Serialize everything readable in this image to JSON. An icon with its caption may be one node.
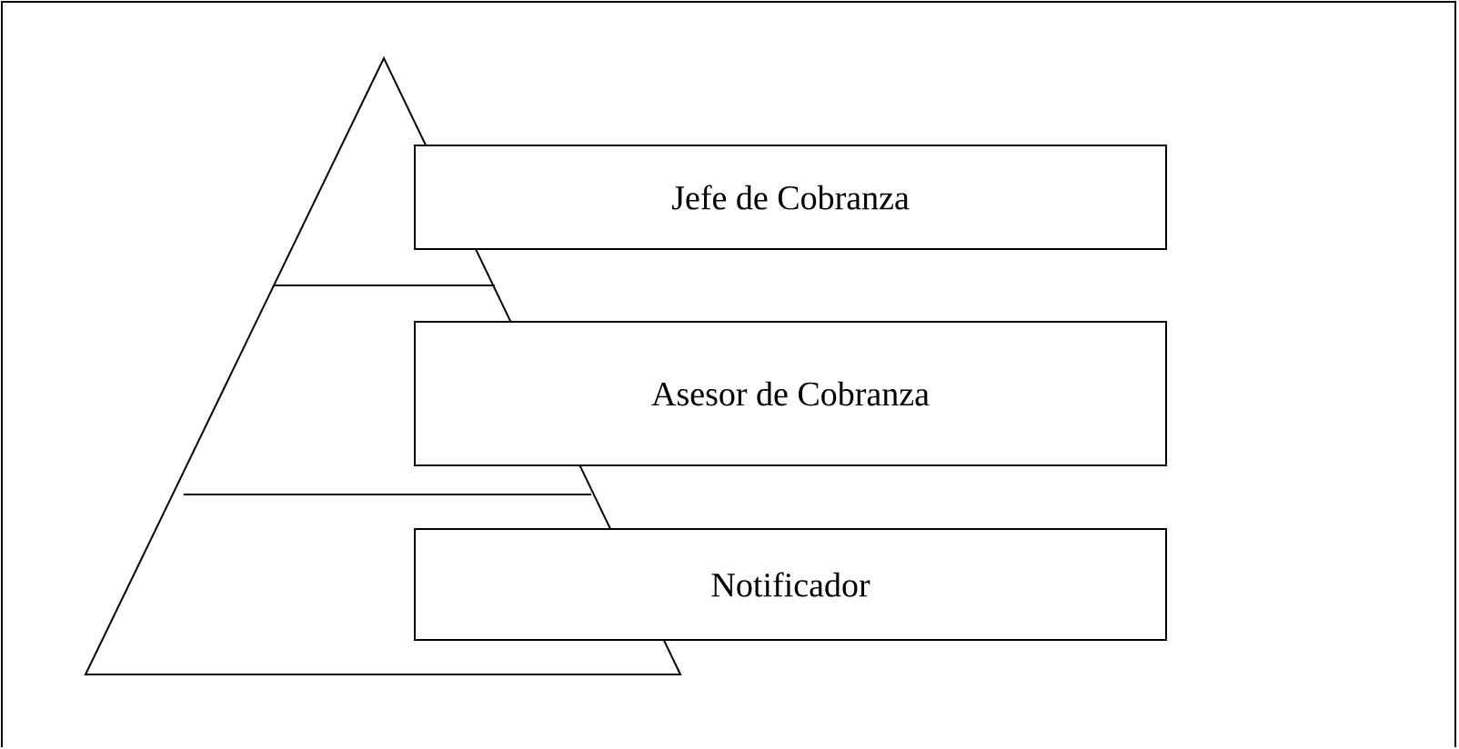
{
  "diagram": {
    "nodes": [
      {
        "text": [
          "Jefe de Cobranza"
        ]
      },
      {
        "text": [
          "Asesor de Cobranza"
        ]
      },
      {
        "text": [
          "Notificador"
        ]
      }
    ]
  }
}
